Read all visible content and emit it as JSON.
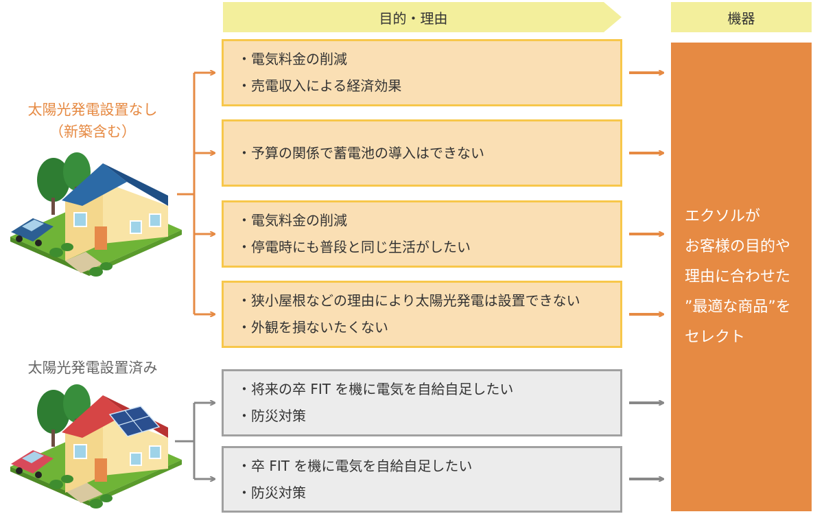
{
  "header": {
    "purpose": "目的・理由",
    "device": "機器"
  },
  "sections": [
    {
      "label_line1": "太陽光発電設置なし",
      "label_line2": "（新築含む）"
    },
    {
      "label_line1": "太陽光発電設置済み"
    }
  ],
  "boxes": [
    {
      "lines": [
        "・電気料金の削減",
        "・売電収入による経済効果"
      ]
    },
    {
      "lines": [
        "・予算の関係で蓄電池の導入はできない"
      ]
    },
    {
      "lines": [
        "・電気料金の削減",
        "・停電時にも普段と同じ生活がしたい"
      ]
    },
    {
      "lines": [
        "・狭小屋根などの理由により太陽光発電は設置できない",
        "・外観を損ないたくない"
      ]
    },
    {
      "lines": [
        "・将来の卒 FIT を機に電気を自給自足したい",
        "・防災対策"
      ]
    },
    {
      "lines": [
        "・卒 FIT を機に電気を自給自足したい",
        "・防災対策"
      ]
    }
  ],
  "result_panel": {
    "lines": [
      "エクソルが",
      "お客様の目的や",
      "理由に合わせた",
      "”最適な商品”を",
      "セレクト"
    ]
  },
  "colors": {
    "orange": "#e68a43",
    "yellow_box": "#fadfb4",
    "yellow_border": "#f7c74a",
    "gray_box": "#ececec",
    "gray_border": "#a0a0a0",
    "header": "#f3ef9c"
  },
  "icons": [
    "house-without-solar-icon",
    "house-with-solar-icon",
    "arrow-right-icon"
  ]
}
